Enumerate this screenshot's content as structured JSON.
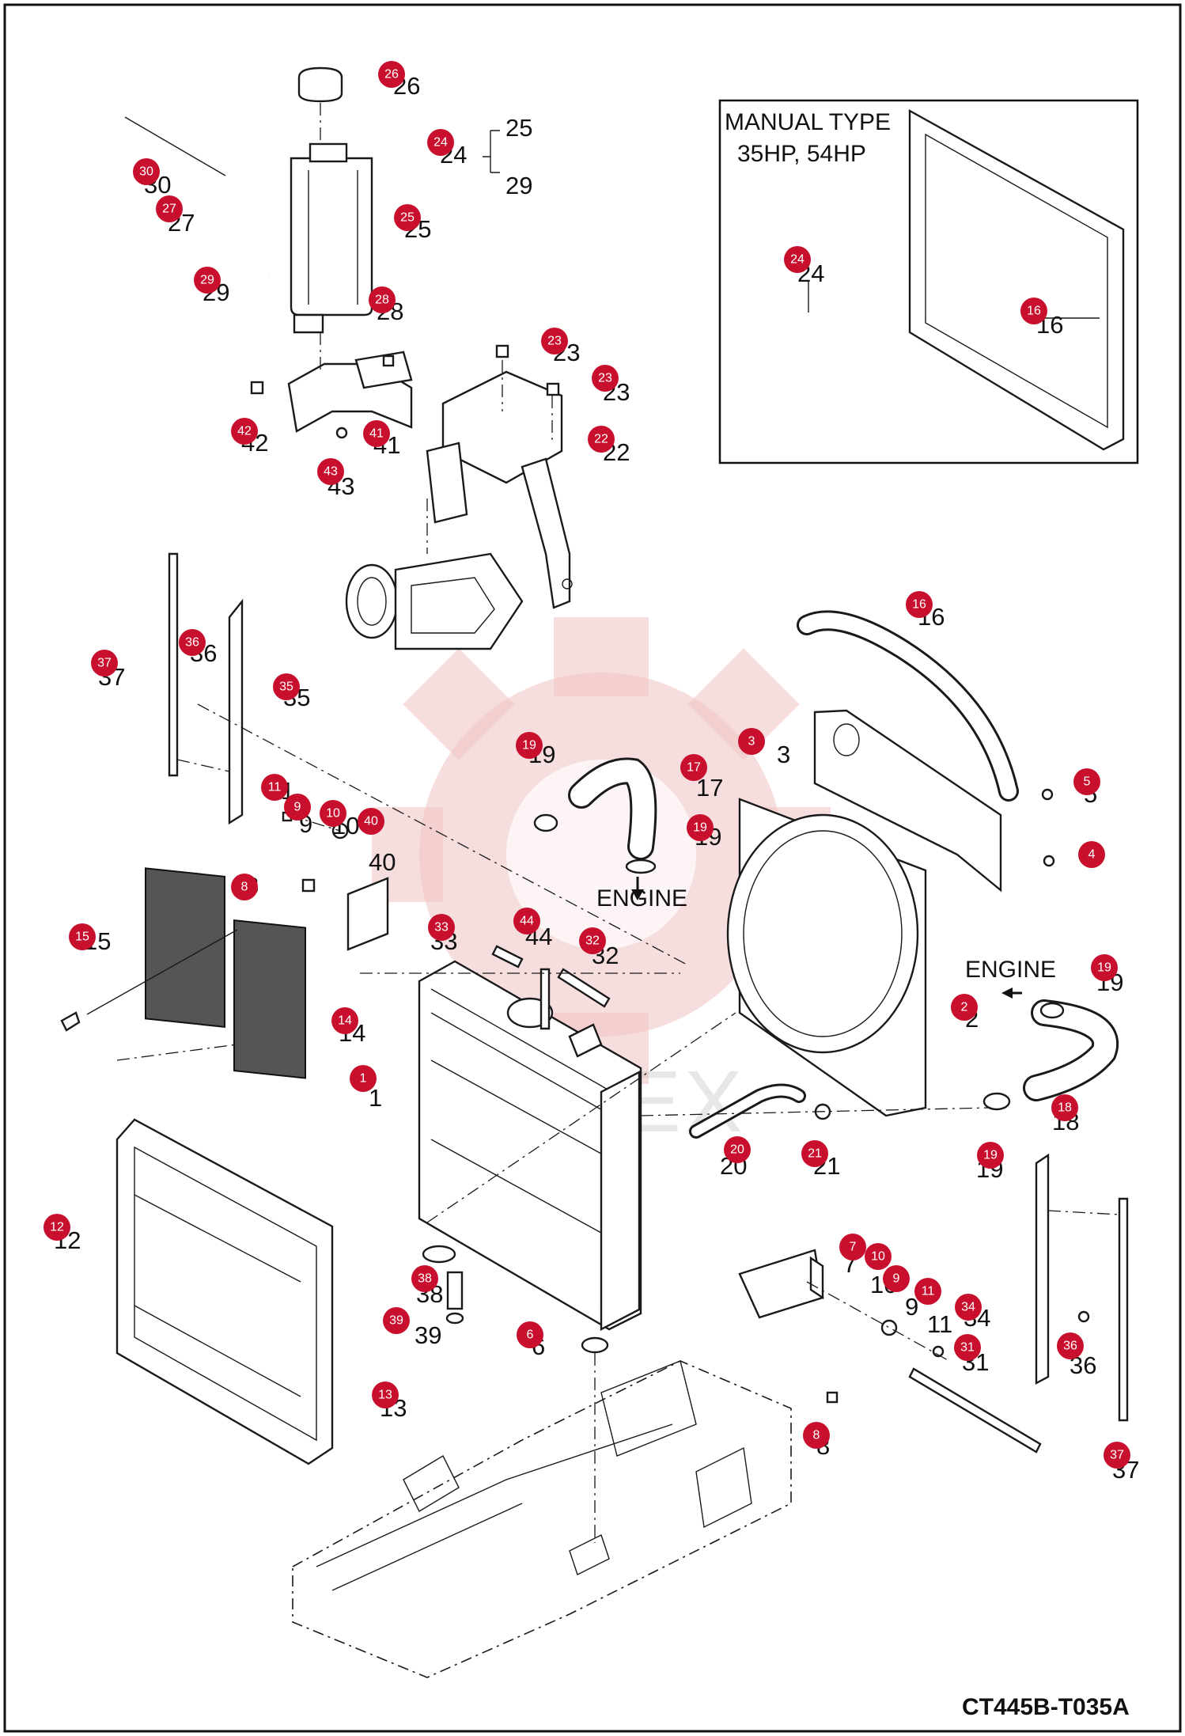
{
  "drawing": {
    "code": "CT445B-T035A",
    "engine_label": "ENGINE",
    "watermark": "ИНТЕХ",
    "inset": {
      "title_line1": "MANUAL TYPE",
      "title_line2": "35HP, 54HP"
    },
    "group_24": {
      "top": "25",
      "bottom": "29"
    }
  },
  "parts": [
    {
      "ref": "1"
    },
    {
      "ref": "2"
    },
    {
      "ref": "3"
    },
    {
      "ref": "4"
    },
    {
      "ref": "5"
    },
    {
      "ref": "6"
    },
    {
      "ref": "7"
    },
    {
      "ref": "8"
    },
    {
      "ref": "9"
    },
    {
      "ref": "10"
    },
    {
      "ref": "11"
    },
    {
      "ref": "12"
    },
    {
      "ref": "13"
    },
    {
      "ref": "14"
    },
    {
      "ref": "15"
    },
    {
      "ref": "16"
    },
    {
      "ref": "17"
    },
    {
      "ref": "18"
    },
    {
      "ref": "19"
    },
    {
      "ref": "20"
    },
    {
      "ref": "21"
    },
    {
      "ref": "22"
    },
    {
      "ref": "23"
    },
    {
      "ref": "24"
    },
    {
      "ref": "25"
    },
    {
      "ref": "26"
    },
    {
      "ref": "27"
    },
    {
      "ref": "28"
    },
    {
      "ref": "29"
    },
    {
      "ref": "30"
    },
    {
      "ref": "31"
    },
    {
      "ref": "32"
    },
    {
      "ref": "33"
    },
    {
      "ref": "34"
    },
    {
      "ref": "35"
    },
    {
      "ref": "36"
    },
    {
      "ref": "37"
    },
    {
      "ref": "38"
    },
    {
      "ref": "39"
    },
    {
      "ref": "40"
    },
    {
      "ref": "41"
    },
    {
      "ref": "42"
    },
    {
      "ref": "43"
    },
    {
      "ref": "44"
    }
  ],
  "colors": {
    "callout": "#c8102e",
    "line": "#1a1a1a",
    "watermark": "#f0c2c2"
  }
}
